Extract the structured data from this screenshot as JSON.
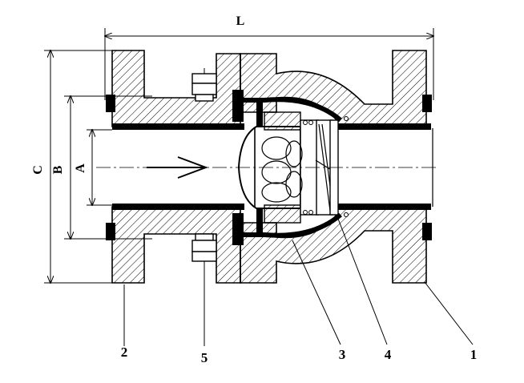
{
  "dimensions": {
    "length": "L",
    "outer_diameter": "C",
    "bolt_circle": "B",
    "bore": "A"
  },
  "callouts": [
    {
      "id": "1",
      "label": "1"
    },
    {
      "id": "2",
      "label": "2"
    },
    {
      "id": "3",
      "label": "3"
    },
    {
      "id": "4",
      "label": "4"
    },
    {
      "id": "5",
      "label": "5"
    }
  ]
}
